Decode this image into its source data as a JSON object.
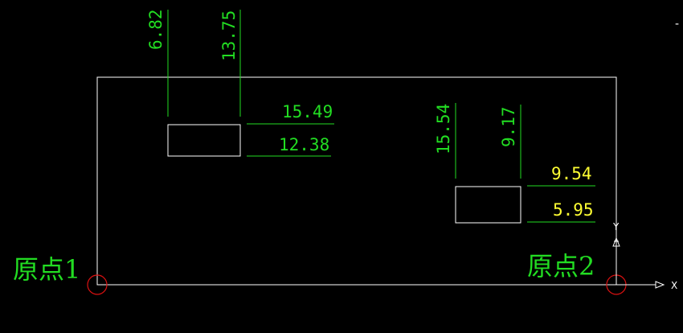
{
  "colors": {
    "background": "#000000",
    "outline": "#ffffff",
    "dimension": "#22dd22",
    "highlight": "#ffff33",
    "marker": "#dd1111",
    "axis": "#ffffff"
  },
  "rect1": {
    "vertical_dims": [
      "6.82",
      "13.75"
    ],
    "horizontal_dims": [
      "15.49",
      "12.38"
    ]
  },
  "rect2": {
    "vertical_dims": [
      "15.54",
      "9.17"
    ],
    "horizontal_dims": [
      "9.54",
      "5.95"
    ]
  },
  "origins": {
    "origin1_label": "原点1",
    "origin2_label": "原点2"
  },
  "axes": {
    "x_label": "X",
    "y_label": "Y"
  },
  "corner_mark": "-"
}
